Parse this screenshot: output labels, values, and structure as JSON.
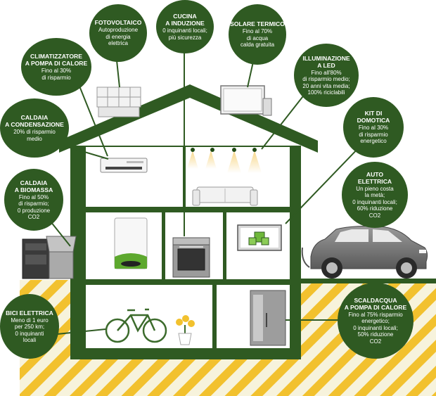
{
  "bubbles": {
    "fotovoltaico": {
      "title": [
        "FOTOVOLTAICO"
      ],
      "desc": [
        "Autoproduzione",
        "di energia",
        "elettrica"
      ]
    },
    "cucina": {
      "title": [
        "CUCINA",
        "A INDUZIONE"
      ],
      "desc": [
        "0 inquinanti locali;",
        "più sicurezza"
      ]
    },
    "solare": {
      "title": [
        "SOLARE TERMICO"
      ],
      "desc": [
        "Fino al 70%",
        "di acqua",
        "calda gratuita"
      ]
    },
    "climatizzatore": {
      "title": [
        "CLIMATIZZATORE",
        "A POMPA DI CALORE"
      ],
      "desc": [
        "Fino al 30%",
        "di risparmio"
      ]
    },
    "illuminazione": {
      "title": [
        "ILLUMINAZIONE",
        "A LED"
      ],
      "desc": [
        "Fino all'80%",
        "di risparmio medio;",
        "20 anni vita media;",
        "100% riciclabili"
      ]
    },
    "caldaia_cond": {
      "title": [
        "CALDAIA",
        "A CONDENSAZIONE"
      ],
      "desc": [
        "20% di risparmio",
        "medio"
      ]
    },
    "domotica": {
      "title": [
        "KIT DI",
        "DOMOTICA"
      ],
      "desc": [
        "Fino al 30%",
        "di risparmio",
        "energetico"
      ]
    },
    "caldaia_bio": {
      "title": [
        "CALDAIA",
        "A BIOMASSA"
      ],
      "desc": [
        "Fino al 50%",
        "di risparmio;",
        "0 produzione",
        "CO2"
      ]
    },
    "auto": {
      "title": [
        "AUTO",
        "ELETTRICA"
      ],
      "desc": [
        "Un pieno costa",
        "la metà;",
        "0 inquinanti locali;",
        "60% riduzione",
        "CO2"
      ]
    },
    "bici": {
      "title": [
        "BICI ELETTRICA"
      ],
      "desc": [
        "Meno di 1 euro",
        "per 250 km;",
        "0 inquinanti",
        "locali"
      ]
    },
    "scaldacqua": {
      "title": [
        "SCALDACQUA",
        "A POMPA DI CALORE"
      ],
      "desc": [
        "Fino al 75% risparmio",
        "energetico;",
        "0 inquinanti locali;",
        "50% riduzione",
        "CO2"
      ]
    }
  },
  "colors": {
    "house_green": "#2f5a22",
    "bubble_green": "#2f5a22",
    "stripe_yellow": "#f2c12e",
    "ground_cream": "#f7f3dc",
    "room_white": "#ffffff"
  },
  "icons": [
    "solar-panel-icon",
    "solar-thermal-icon",
    "air-conditioner-icon",
    "led-lamp-icon",
    "sofa-icon",
    "boiler-icon",
    "oven-icon",
    "smart-home-icon",
    "electric-car-icon",
    "biomass-boiler-icon",
    "e-bike-icon",
    "flower-pot-icon",
    "water-heater-icon"
  ]
}
